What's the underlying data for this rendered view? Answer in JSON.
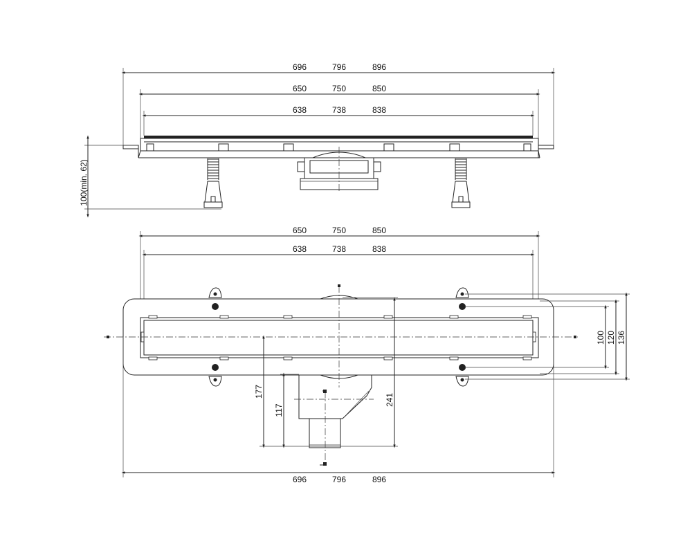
{
  "side_view": {
    "overall_lengths": [
      "696",
      "796",
      "896"
    ],
    "frame_lengths": [
      "650",
      "750",
      "850"
    ],
    "grate_lengths": [
      "638",
      "738",
      "838"
    ],
    "height_label": "100(min. 62)"
  },
  "plan_view": {
    "frame_lengths": [
      "650",
      "750",
      "850"
    ],
    "grate_lengths": [
      "638",
      "738",
      "838"
    ],
    "overall_lengths": [
      "696",
      "796",
      "896"
    ],
    "outlet_offset": "177",
    "outlet_depth": "117",
    "total_depth": "241",
    "widths": [
      "100",
      "120",
      "136"
    ]
  }
}
